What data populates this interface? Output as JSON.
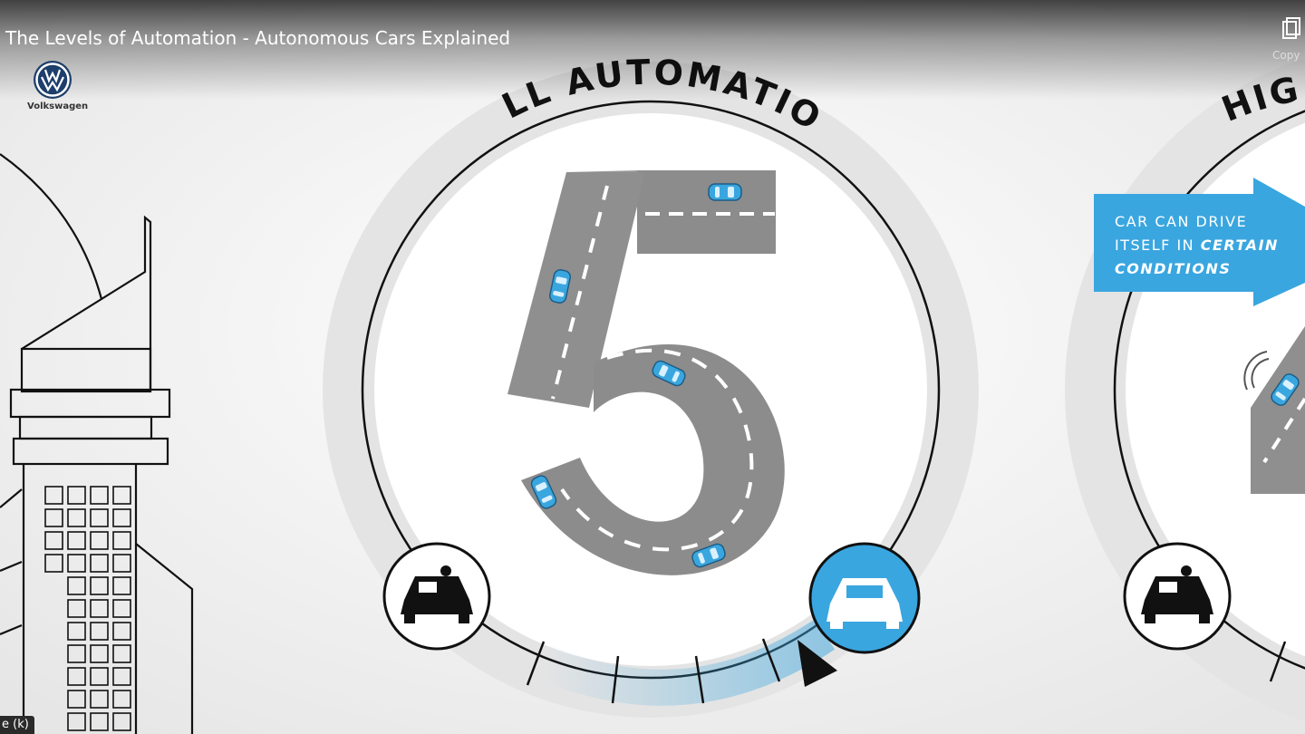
{
  "video": {
    "title": "The Levels of Automation - Autonomous Cars Explained",
    "channel": "Volkswagen",
    "copy_label": "Copy",
    "shortcut_hint": "e (k)"
  },
  "illustration": {
    "level_number": "5",
    "arc_label": "FULL AUTOMATION",
    "next_arc_label": "HIGH",
    "callout": {
      "line1": "CAR CAN DRIVE",
      "line2_plain": "ITSELF IN ",
      "line2_emph": "CERTAIN",
      "line3": "CONDITIONS"
    }
  },
  "colors": {
    "accent": "#3aa6df",
    "road": "#8f8f8f",
    "ring": "#e3e3e3",
    "ink": "#111111"
  }
}
